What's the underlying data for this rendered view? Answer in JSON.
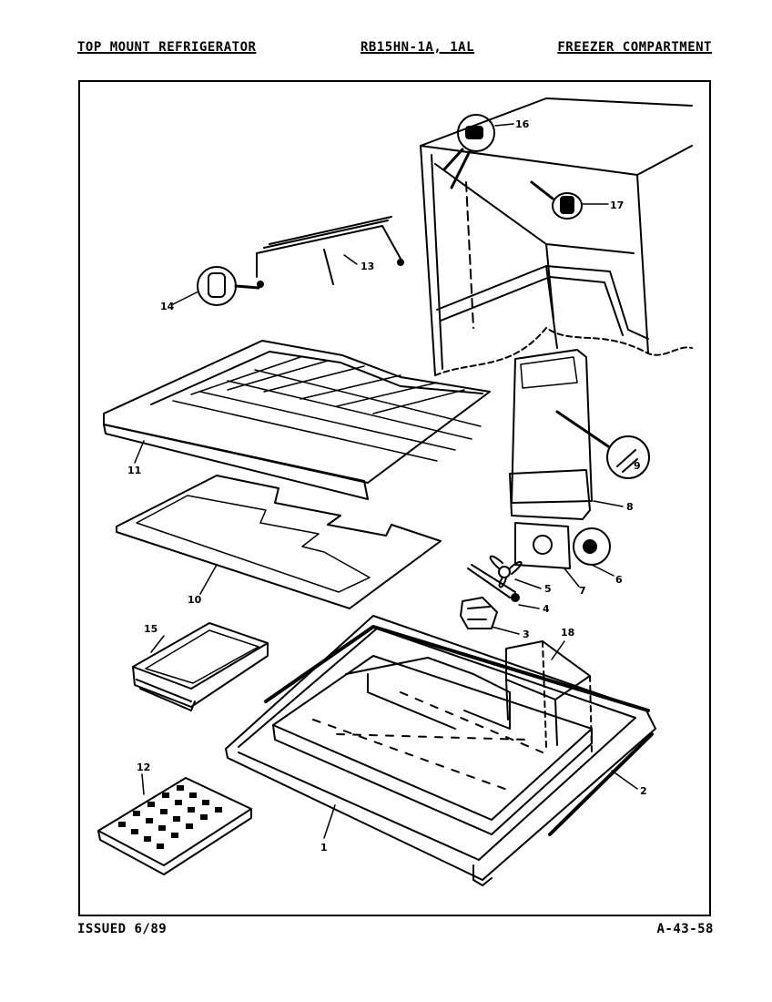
{
  "header": {
    "left": "TOP MOUNT REFRIGERATOR",
    "center": "RB15HN-1A, 1AL",
    "right": "FREEZER COMPARTMENT"
  },
  "footer": {
    "left": "ISSUED 6/89",
    "right": "A-43-58"
  },
  "callouts": [
    "1",
    "2",
    "3",
    "4",
    "5",
    "6",
    "7",
    "8",
    "9",
    "10",
    "11",
    "12",
    "13",
    "14",
    "15",
    "16",
    "17",
    "18"
  ]
}
